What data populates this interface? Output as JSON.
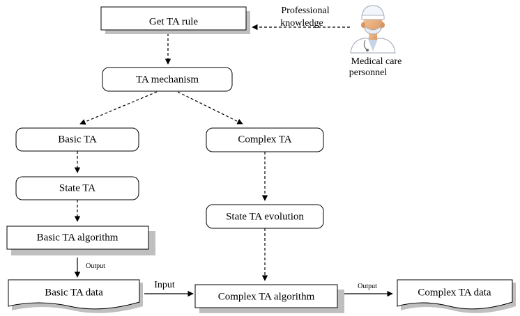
{
  "nodes": {
    "get_ta_rule": "Get TA rule",
    "ta_mechanism": "TA mechanism",
    "basic_ta": "Basic TA",
    "complex_ta": "Complex TA",
    "state_ta": "State TA",
    "state_ta_evolution": "State TA evolution",
    "basic_ta_algorithm": "Basic TA algorithm",
    "complex_ta_algorithm": "Complex TA algorithm",
    "basic_ta_data": "Basic TA data",
    "complex_ta_data": "Complex TA data"
  },
  "labels": {
    "professional_line1": "Professional",
    "professional_line2": "knowledge",
    "personnel_line1": "Medical care",
    "personnel_line2": "personnel",
    "output_left": "Output",
    "input": "Input",
    "output_right": "Output"
  },
  "colors": {
    "shadow": "#bfbfbf",
    "line": "#000000"
  }
}
